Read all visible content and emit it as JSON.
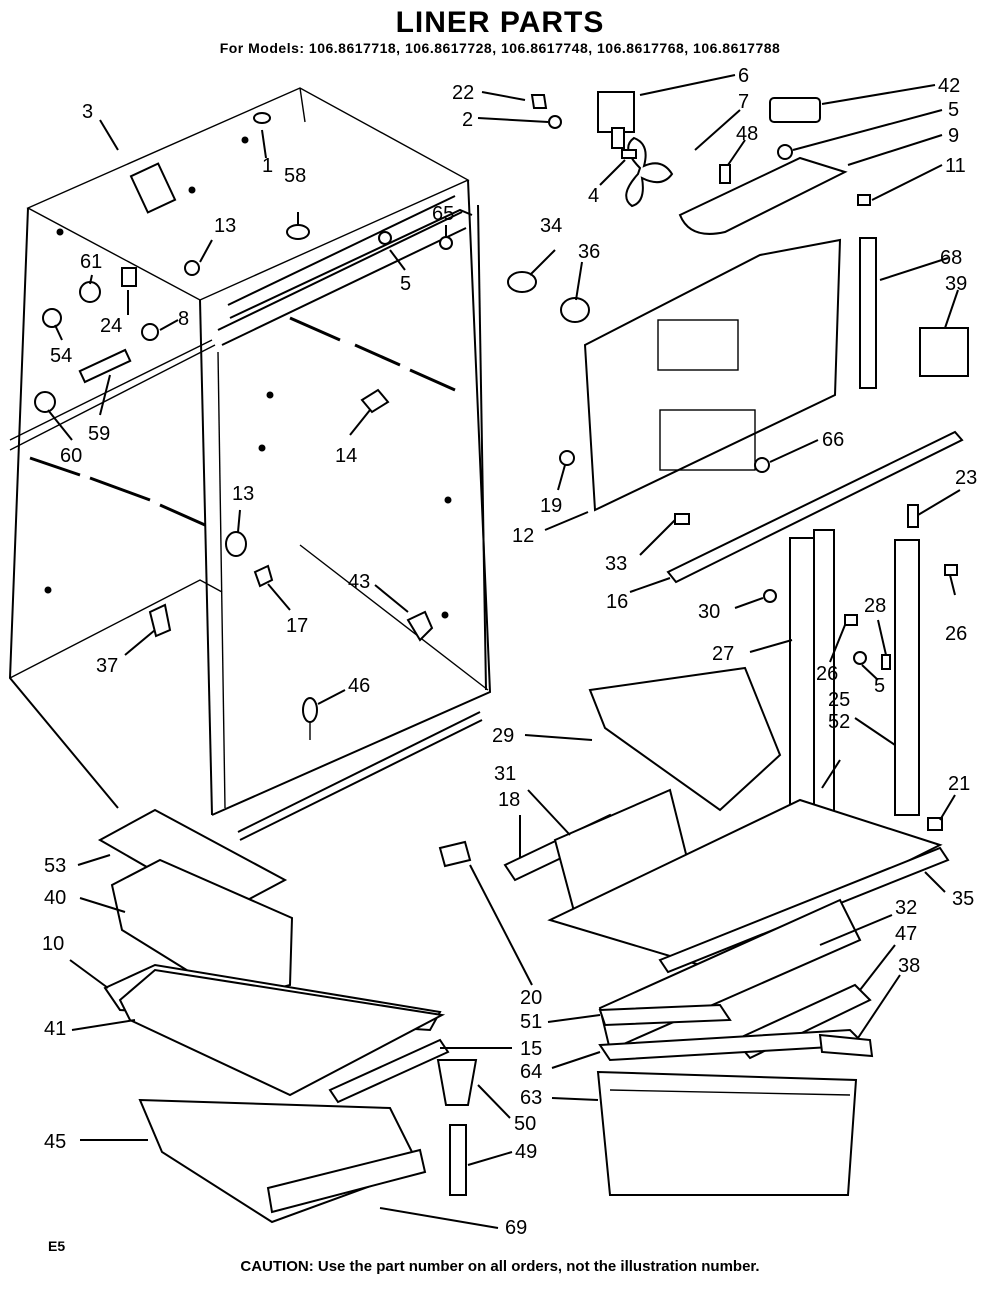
{
  "header": {
    "title": "LINER PARTS",
    "models": "For Models: 106.8617718, 106.8617728, 106.8617748, 106.8617768, 106.8617788"
  },
  "footer": {
    "caution_label": "CAUTION:",
    "caution_text": "Use the part number on all orders, not the illustration number.",
    "code": "E5"
  },
  "callouts": [
    {
      "id": "c3",
      "label": "3"
    },
    {
      "id": "c1",
      "label": "1"
    },
    {
      "id": "c58",
      "label": "58"
    },
    {
      "id": "c65",
      "label": "65"
    },
    {
      "id": "c5a",
      "label": "5"
    },
    {
      "id": "c13a",
      "label": "13"
    },
    {
      "id": "c61",
      "label": "61"
    },
    {
      "id": "c24",
      "label": "24"
    },
    {
      "id": "c8",
      "label": "8"
    },
    {
      "id": "c54",
      "label": "54"
    },
    {
      "id": "c59",
      "label": "59"
    },
    {
      "id": "c60",
      "label": "60"
    },
    {
      "id": "c14",
      "label": "14"
    },
    {
      "id": "c13b",
      "label": "13"
    },
    {
      "id": "c17",
      "label": "17"
    },
    {
      "id": "c43",
      "label": "43"
    },
    {
      "id": "c37",
      "label": "37"
    },
    {
      "id": "c46",
      "label": "46"
    },
    {
      "id": "c22",
      "label": "22"
    },
    {
      "id": "c2",
      "label": "2"
    },
    {
      "id": "c6",
      "label": "6"
    },
    {
      "id": "c7",
      "label": "7"
    },
    {
      "id": "c48",
      "label": "48"
    },
    {
      "id": "c42",
      "label": "42"
    },
    {
      "id": "c5b",
      "label": "5"
    },
    {
      "id": "c9",
      "label": "9"
    },
    {
      "id": "c11",
      "label": "11"
    },
    {
      "id": "c4",
      "label": "4"
    },
    {
      "id": "c34",
      "label": "34"
    },
    {
      "id": "c36",
      "label": "36"
    },
    {
      "id": "c68",
      "label": "68"
    },
    {
      "id": "c39",
      "label": "39"
    },
    {
      "id": "c66",
      "label": "66"
    },
    {
      "id": "c19",
      "label": "19"
    },
    {
      "id": "c12",
      "label": "12"
    },
    {
      "id": "c23",
      "label": "23"
    },
    {
      "id": "c33",
      "label": "33"
    },
    {
      "id": "c16",
      "label": "16"
    },
    {
      "id": "c30",
      "label": "30"
    },
    {
      "id": "c28",
      "label": "28"
    },
    {
      "id": "c26a",
      "label": "26"
    },
    {
      "id": "c27",
      "label": "27"
    },
    {
      "id": "c26b",
      "label": "26"
    },
    {
      "id": "c5c",
      "label": "5"
    },
    {
      "id": "c25",
      "label": "25"
    },
    {
      "id": "c52",
      "label": "52"
    },
    {
      "id": "c29",
      "label": "29"
    },
    {
      "id": "c21",
      "label": "21"
    },
    {
      "id": "c31",
      "label": "31"
    },
    {
      "id": "c18",
      "label": "18"
    },
    {
      "id": "c35",
      "label": "35"
    },
    {
      "id": "c32",
      "label": "32"
    },
    {
      "id": "c47",
      "label": "47"
    },
    {
      "id": "c38",
      "label": "38"
    },
    {
      "id": "c53",
      "label": "53"
    },
    {
      "id": "c40",
      "label": "40"
    },
    {
      "id": "c10",
      "label": "10"
    },
    {
      "id": "c41",
      "label": "41"
    },
    {
      "id": "c20",
      "label": "20"
    },
    {
      "id": "c51",
      "label": "51"
    },
    {
      "id": "c15",
      "label": "15"
    },
    {
      "id": "c64",
      "label": "64"
    },
    {
      "id": "c63",
      "label": "63"
    },
    {
      "id": "c45",
      "label": "45"
    },
    {
      "id": "c50",
      "label": "50"
    },
    {
      "id": "c49",
      "label": "49"
    },
    {
      "id": "c69",
      "label": "69"
    }
  ]
}
